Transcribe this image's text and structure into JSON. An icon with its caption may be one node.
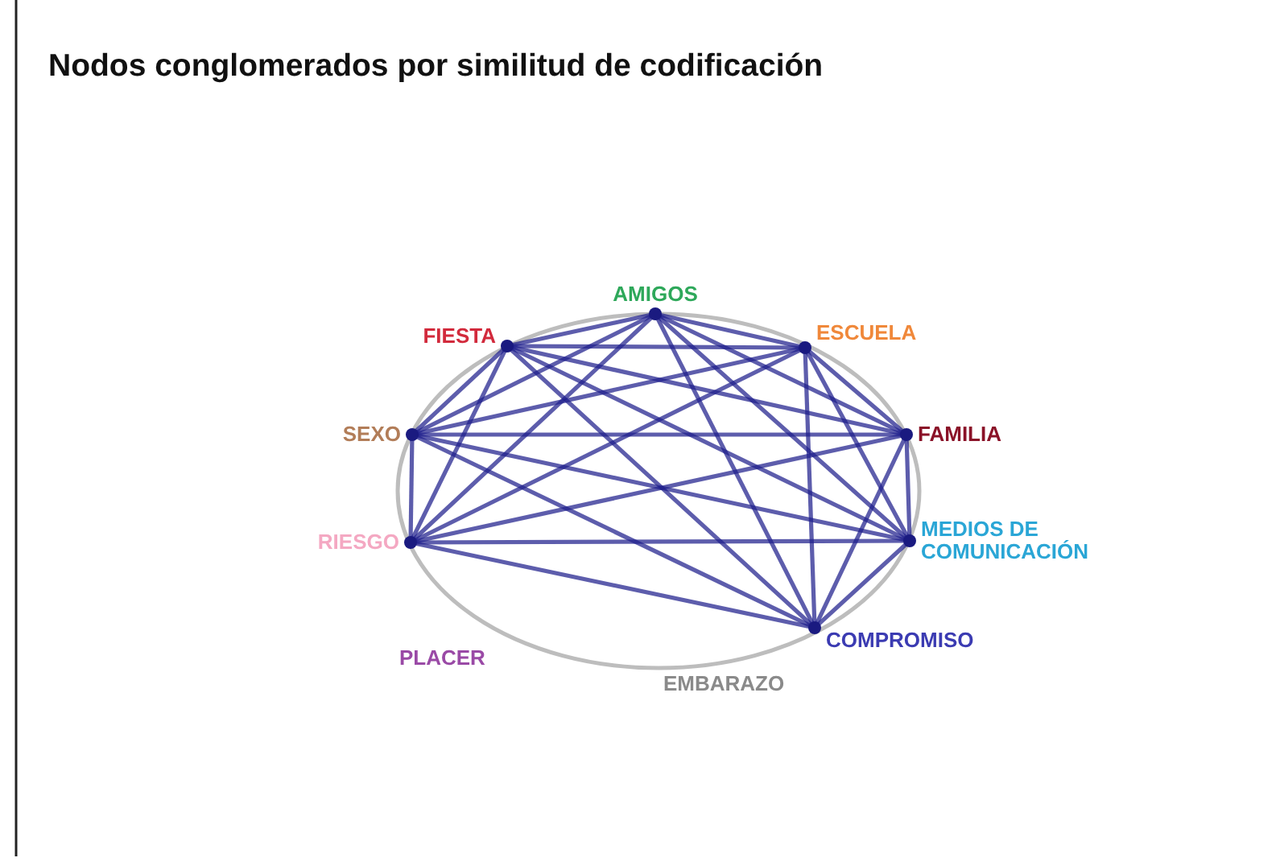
{
  "diagram": {
    "title": "Nodos conglomerados por similitud de codificación",
    "nodes": [
      {
        "text": [
          "AMIGOS"
        ]
      },
      {
        "text": [
          "FIESTA"
        ]
      },
      {
        "text": [
          "ESCUELA"
        ]
      },
      {
        "text": [
          "SEXO"
        ]
      },
      {
        "text": [
          "FAMILIA"
        ]
      },
      {
        "text": [
          "RIESGO"
        ]
      },
      {
        "text": [
          "MEDIOS DE COMUNICACIÓN"
        ]
      },
      {
        "text": [
          "PLACER"
        ]
      },
      {
        "text": [
          "COMPROMISO"
        ]
      },
      {
        "text": [
          "EMBARAZO"
        ]
      }
    ],
    "edges": [
      {
        "from": 0,
        "to": 1,
        "arrow": "none"
      },
      {
        "from": 0,
        "to": 2,
        "arrow": "none"
      },
      {
        "from": 0,
        "to": 3,
        "arrow": "none"
      },
      {
        "from": 0,
        "to": 4,
        "arrow": "none"
      },
      {
        "from": 0,
        "to": 5,
        "arrow": "none"
      },
      {
        "from": 0,
        "to": 6,
        "arrow": "none"
      },
      {
        "from": 0,
        "to": 8,
        "arrow": "none"
      },
      {
        "from": 1,
        "to": 2,
        "arrow": "none"
      },
      {
        "from": 1,
        "to": 3,
        "arrow": "none"
      },
      {
        "from": 1,
        "to": 4,
        "arrow": "none"
      },
      {
        "from": 1,
        "to": 5,
        "arrow": "none"
      },
      {
        "from": 1,
        "to": 6,
        "arrow": "none"
      },
      {
        "from": 1,
        "to": 8,
        "arrow": "none"
      },
      {
        "from": 2,
        "to": 3,
        "arrow": "none"
      },
      {
        "from": 2,
        "to": 4,
        "arrow": "none"
      },
      {
        "from": 2,
        "to": 5,
        "arrow": "none"
      },
      {
        "from": 2,
        "to": 6,
        "arrow": "none"
      },
      {
        "from": 2,
        "to": 8,
        "arrow": "none"
      },
      {
        "from": 3,
        "to": 4,
        "arrow": "none"
      },
      {
        "from": 3,
        "to": 5,
        "arrow": "none"
      },
      {
        "from": 3,
        "to": 6,
        "arrow": "none"
      },
      {
        "from": 3,
        "to": 8,
        "arrow": "none"
      },
      {
        "from": 4,
        "to": 5,
        "arrow": "none"
      },
      {
        "from": 4,
        "to": 6,
        "arrow": "none"
      },
      {
        "from": 4,
        "to": 8,
        "arrow": "none"
      },
      {
        "from": 5,
        "to": 6,
        "arrow": "none"
      },
      {
        "from": 5,
        "to": 8,
        "arrow": "none"
      },
      {
        "from": 6,
        "to": 8,
        "arrow": "none"
      }
    ]
  }
}
